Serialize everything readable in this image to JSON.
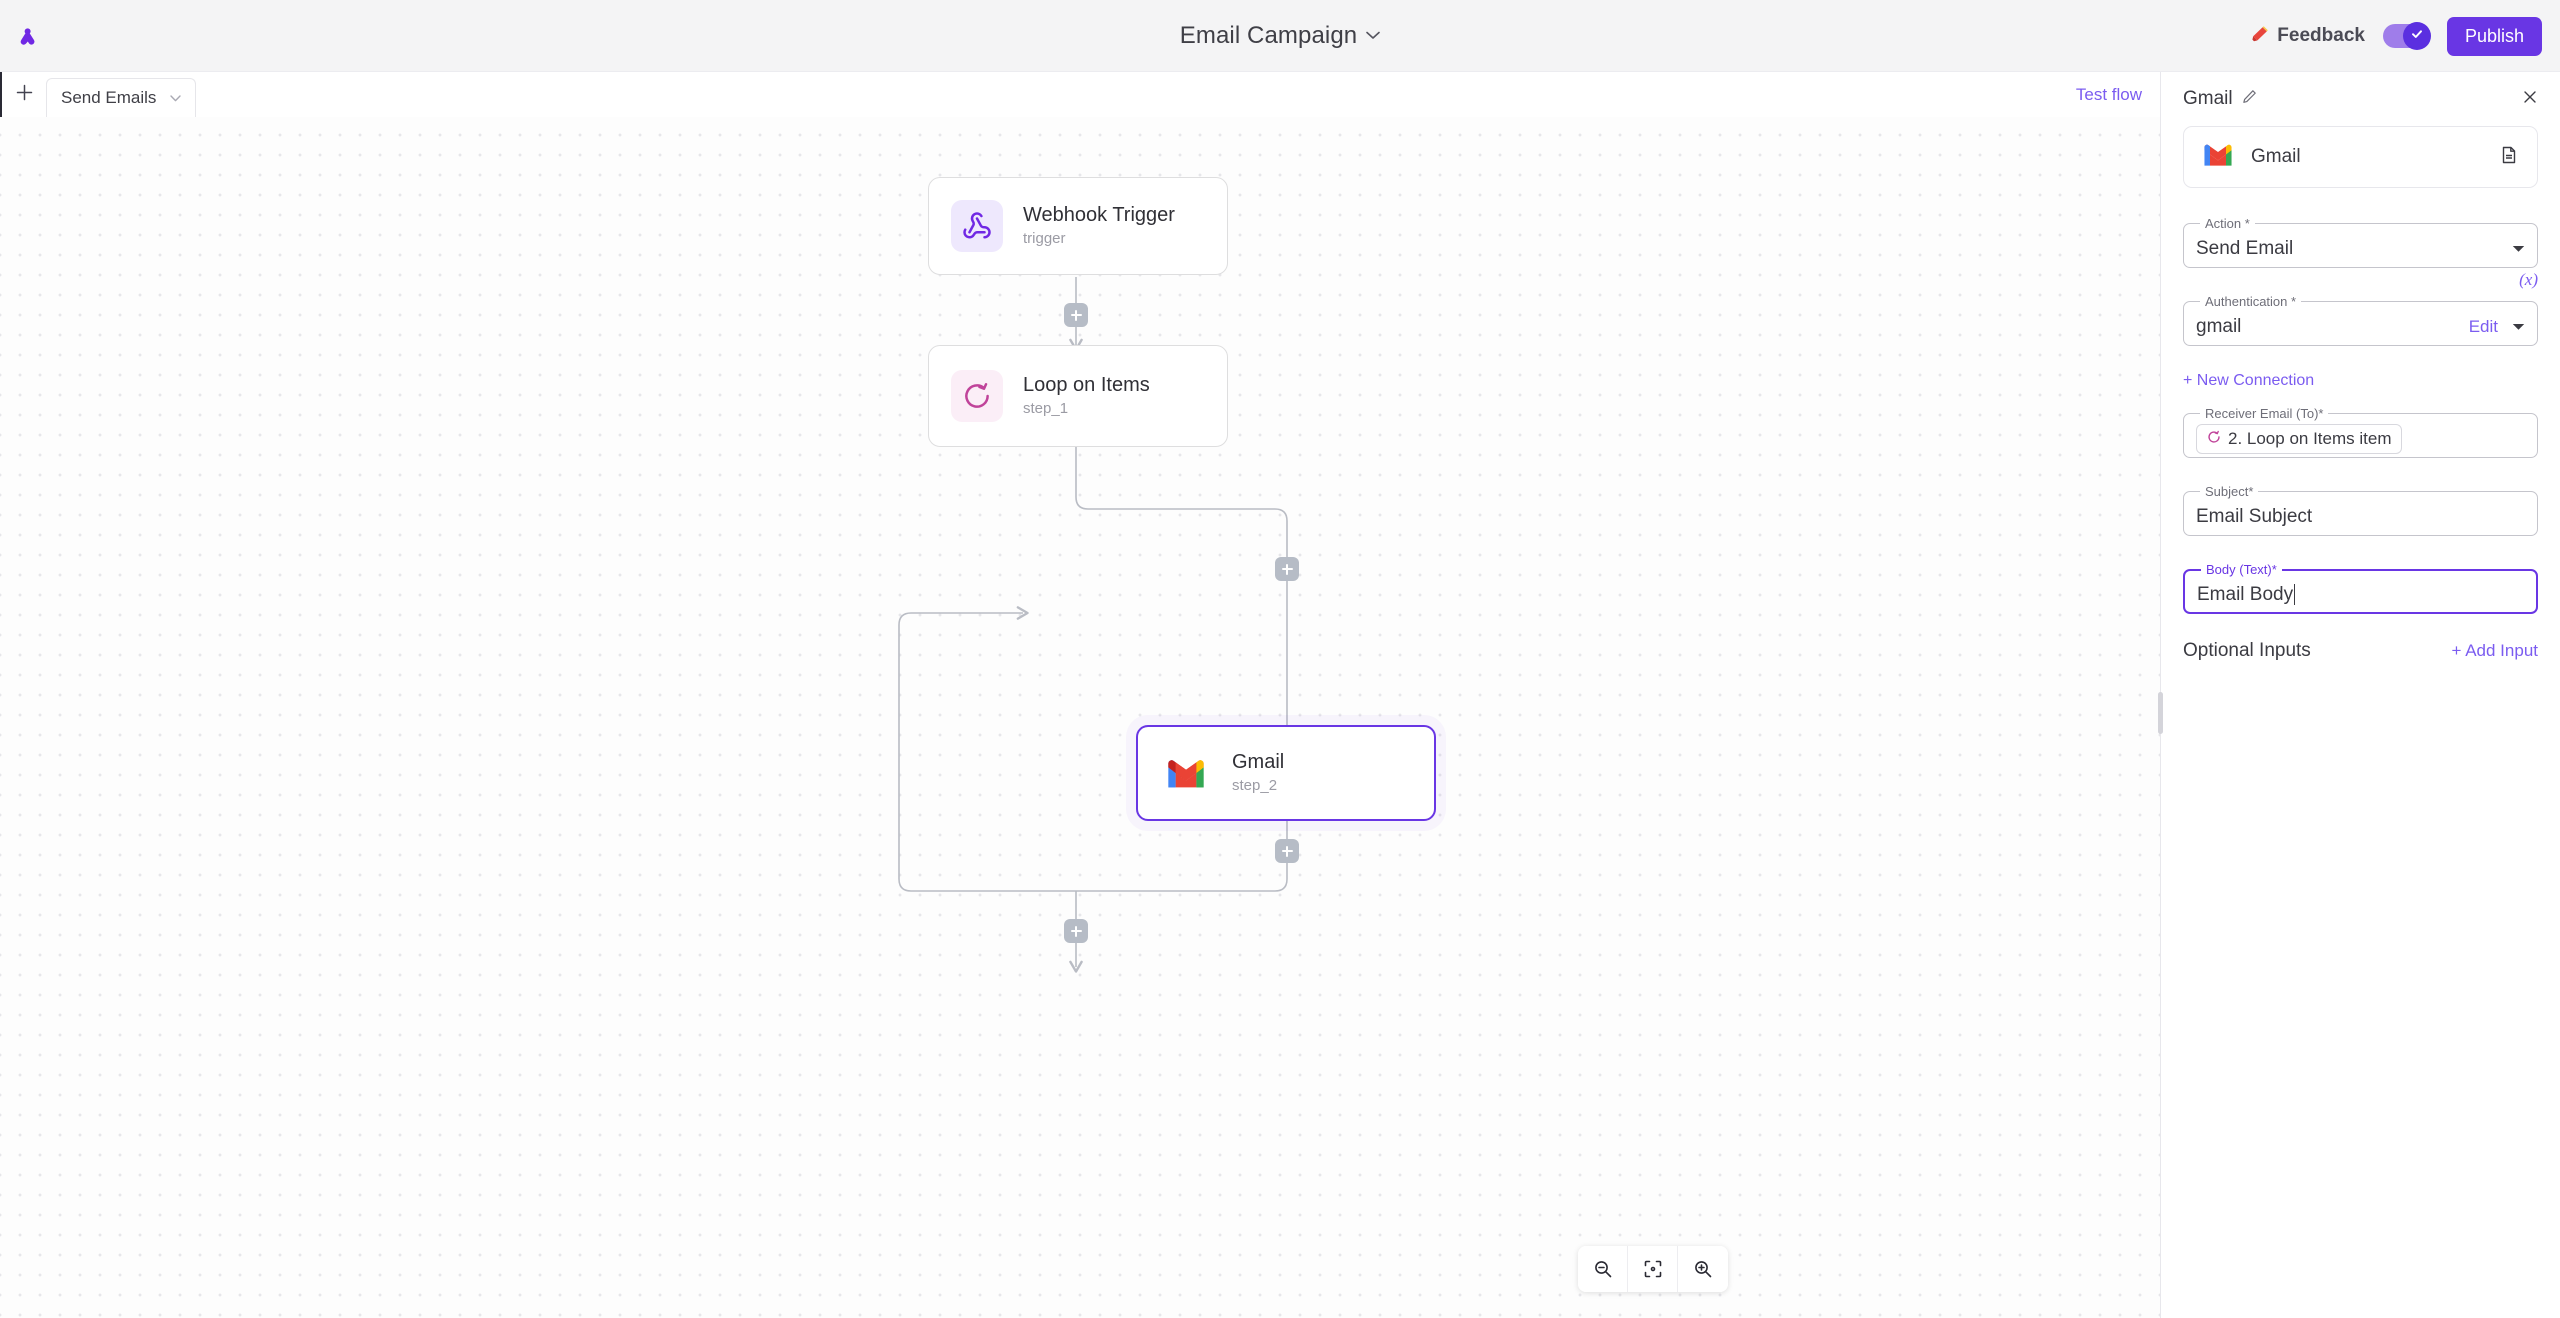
{
  "topbar": {
    "logo_icon": "activepieces-logo-icon",
    "flow_title": "Email Campaign",
    "title_chevron_icon": "chevron-down-icon",
    "feedback_label": "Feedback",
    "feedback_icon": "megaphone-icon",
    "toggle_state": "on",
    "toggle_check_icon": "check-icon",
    "publish_label": "Publish"
  },
  "tabbar": {
    "add_tab_icon": "plus-icon",
    "tabs": [
      {
        "label": "Send Emails",
        "chevron_icon": "chevron-down-icon",
        "active": true
      }
    ],
    "test_flow_label": "Test flow"
  },
  "canvas": {
    "nodes": [
      {
        "title": "Webhook Trigger",
        "subtitle": "trigger",
        "icon": "webhook-icon",
        "selected": false
      },
      {
        "title": "Loop on Items",
        "subtitle": "step_1",
        "icon": "loop-refresh-icon",
        "selected": false
      },
      {
        "title": "Gmail",
        "subtitle": "step_2",
        "icon": "gmail-icon",
        "selected": true
      }
    ],
    "add_step_icon": "plus-icon",
    "zoom_controls": {
      "zoom_out_icon": "zoom-out-icon",
      "fit_view_icon": "fit-to-screen-icon",
      "zoom_in_icon": "zoom-in-icon"
    }
  },
  "panel": {
    "title": "Gmail",
    "edit_title_icon": "pencil-icon",
    "close_icon": "close-icon",
    "app_card": {
      "name": "Gmail",
      "logo_icon": "gmail-icon",
      "docs_icon": "document-icon"
    },
    "fields": {
      "action": {
        "label": "Action *",
        "value": "Send Email",
        "caret_icon": "dropdown-caret-icon"
      },
      "authentication": {
        "label": "Authentication *",
        "value": "gmail",
        "edit_label": "Edit",
        "caret_icon": "dropdown-caret-icon",
        "dynamic_value_badge": "(x)"
      },
      "new_connection_label": "+ New Connection",
      "receiver_email": {
        "label": "Receiver Email (To)*",
        "chip_text": "2. Loop on Items item",
        "chip_icon": "loop-refresh-icon"
      },
      "subject": {
        "label": "Subject*",
        "value": "Email Subject"
      },
      "body_text": {
        "label": "Body (Text)*",
        "value": "Email Body",
        "focused": true
      }
    },
    "optional_inputs": {
      "label": "Optional Inputs",
      "add_input_label": "+ Add Input"
    }
  },
  "colors": {
    "brand_purple": "#6936e4",
    "link_purple": "#7b5cf0",
    "loop_pink": "#c0439a",
    "topbar_bg": "#f4f4f5",
    "canvas_bg": "#fdfdfd",
    "gmail_red": "#ea4335",
    "gmail_blue": "#4285f4",
    "gmail_green": "#34a853",
    "gmail_yellow": "#fbbc04"
  }
}
